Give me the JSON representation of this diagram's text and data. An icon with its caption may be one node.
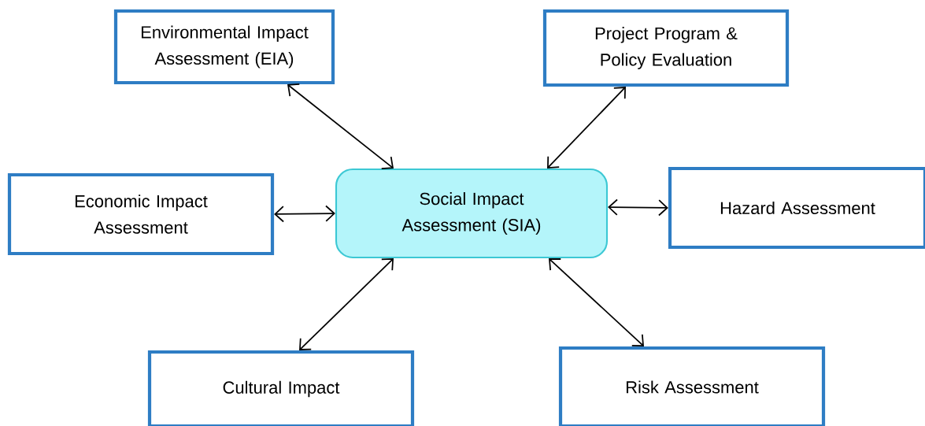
{
  "diagram": {
    "nodes": [
      {
        "text": [
          "Environmental Impact Assessment (EIA)"
        ]
      },
      {
        "text": [
          "Project Program & Policy Evaluation"
        ]
      },
      {
        "text": [
          "Economic Impact Assessment"
        ]
      },
      {
        "text": [
          "Social Impact Assessment (SIA)"
        ]
      },
      {
        "text": [
          "Hazard Assessment"
        ]
      },
      {
        "text": [
          "Cultural Impact"
        ]
      },
      {
        "text": [
          "Risk Assessment"
        ]
      }
    ],
    "edges": [
      {
        "from": 0,
        "to": 3,
        "arrow": "both"
      },
      {
        "from": 1,
        "to": 3,
        "arrow": "both"
      },
      {
        "from": 2,
        "to": 3,
        "arrow": "both"
      },
      {
        "from": 4,
        "to": 3,
        "arrow": "both"
      },
      {
        "from": 5,
        "to": 3,
        "arrow": "both"
      },
      {
        "from": 6,
        "to": 3,
        "arrow": "both"
      }
    ]
  }
}
